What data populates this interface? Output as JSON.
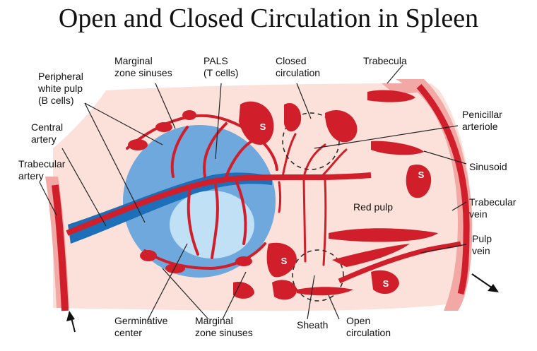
{
  "title": "Open and Closed Circulation in Spleen",
  "labels": {
    "marginal_zone_sinuses_top": [
      "Marginal",
      "zone sinuses"
    ],
    "pals": [
      "PALS",
      "(T cells)"
    ],
    "closed_circulation": [
      "Closed",
      "circulation"
    ],
    "trabecula": [
      "Trabecula"
    ],
    "peripheral_white_pulp": [
      "Peripheral",
      "white pulp",
      "(B cells)"
    ],
    "central_artery": [
      "Central",
      "artery"
    ],
    "trabecular_artery": [
      "Trabecular",
      "artery"
    ],
    "penicillar_arteriole": [
      "Penicillar",
      "arteriole"
    ],
    "sinusoid": [
      "Sinusoid"
    ],
    "trabecular_vein": [
      "Trabecular",
      "vein"
    ],
    "pulp_vein": [
      "Pulp",
      "vein"
    ],
    "germinative_center": [
      "Germinative",
      "center"
    ],
    "marginal_zone_sinuses_bottom": [
      "Marginal",
      "zone sinuses"
    ],
    "sheath": [
      "Sheath"
    ],
    "open_circulation": [
      "Open",
      "circulation"
    ],
    "red_pulp": "Red pulp",
    "sinusoid_marker": "S"
  },
  "colors": {
    "artery_red": "#d01f2a",
    "red_pulp_bg": "#fbe1da",
    "capsule_pink": "#f2a9a6",
    "white_pulp_blue": "#6ea8dc",
    "central_artery_blue": "#1c6fb8",
    "germinal_center": "#bfe0f5"
  }
}
